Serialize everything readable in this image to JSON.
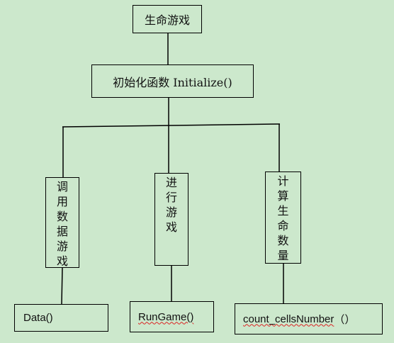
{
  "nodes": {
    "root": "生命游戏",
    "init": "初始化函数 Initialize()",
    "call_data": "调用数据游戏",
    "run_game": "进行游戏",
    "count_cells": "计算生命数量",
    "data_fn": "Data()",
    "rungame_fn": "RunGame()",
    "count_fn_name": "count_cellsNumber",
    "count_fn_parens": "（）"
  },
  "colors": {
    "background": "#cce8cc",
    "border": "#000000",
    "spellcheck_underline": "#d22222"
  }
}
